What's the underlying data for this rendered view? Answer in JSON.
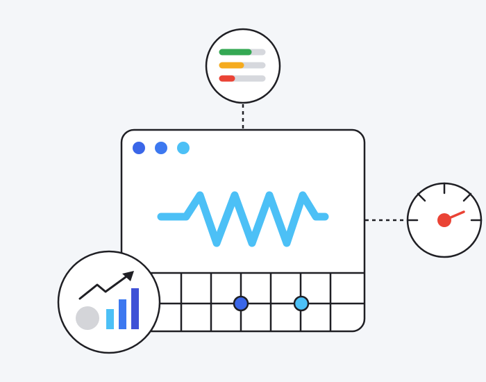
{
  "illustration": {
    "palette": {
      "background": "#f4f6f9",
      "outline": "#1f1f24",
      "panel": "#ffffff",
      "dot_dark_blue": "#3a66e8",
      "dot_mid_blue": "#3c78f0",
      "dot_light_blue": "#4cc0f6",
      "waveform": "#4cc0f6",
      "status_green": "#34a853",
      "status_yellow": "#f5ab1e",
      "status_red": "#ea4335",
      "track_gray": "#d6d8dd",
      "gauge_needle": "#ea4335",
      "bar_light": "#4cc0f6",
      "bar_mid": "#3c78f0",
      "bar_dark": "#3f51d6",
      "grey_circle": "#d4d5d9"
    },
    "status_bars": [
      {
        "label": "green",
        "fill": 0.65
      },
      {
        "label": "yellow",
        "fill": 0.5
      },
      {
        "label": "red",
        "fill": 0.28
      }
    ],
    "gauge_level": 0.8,
    "icons": {
      "window": "browser-window-icon",
      "status_bars": "status-bars-icon",
      "gauge": "speedometer-gauge-icon",
      "growth": "growth-chart-icon"
    }
  }
}
